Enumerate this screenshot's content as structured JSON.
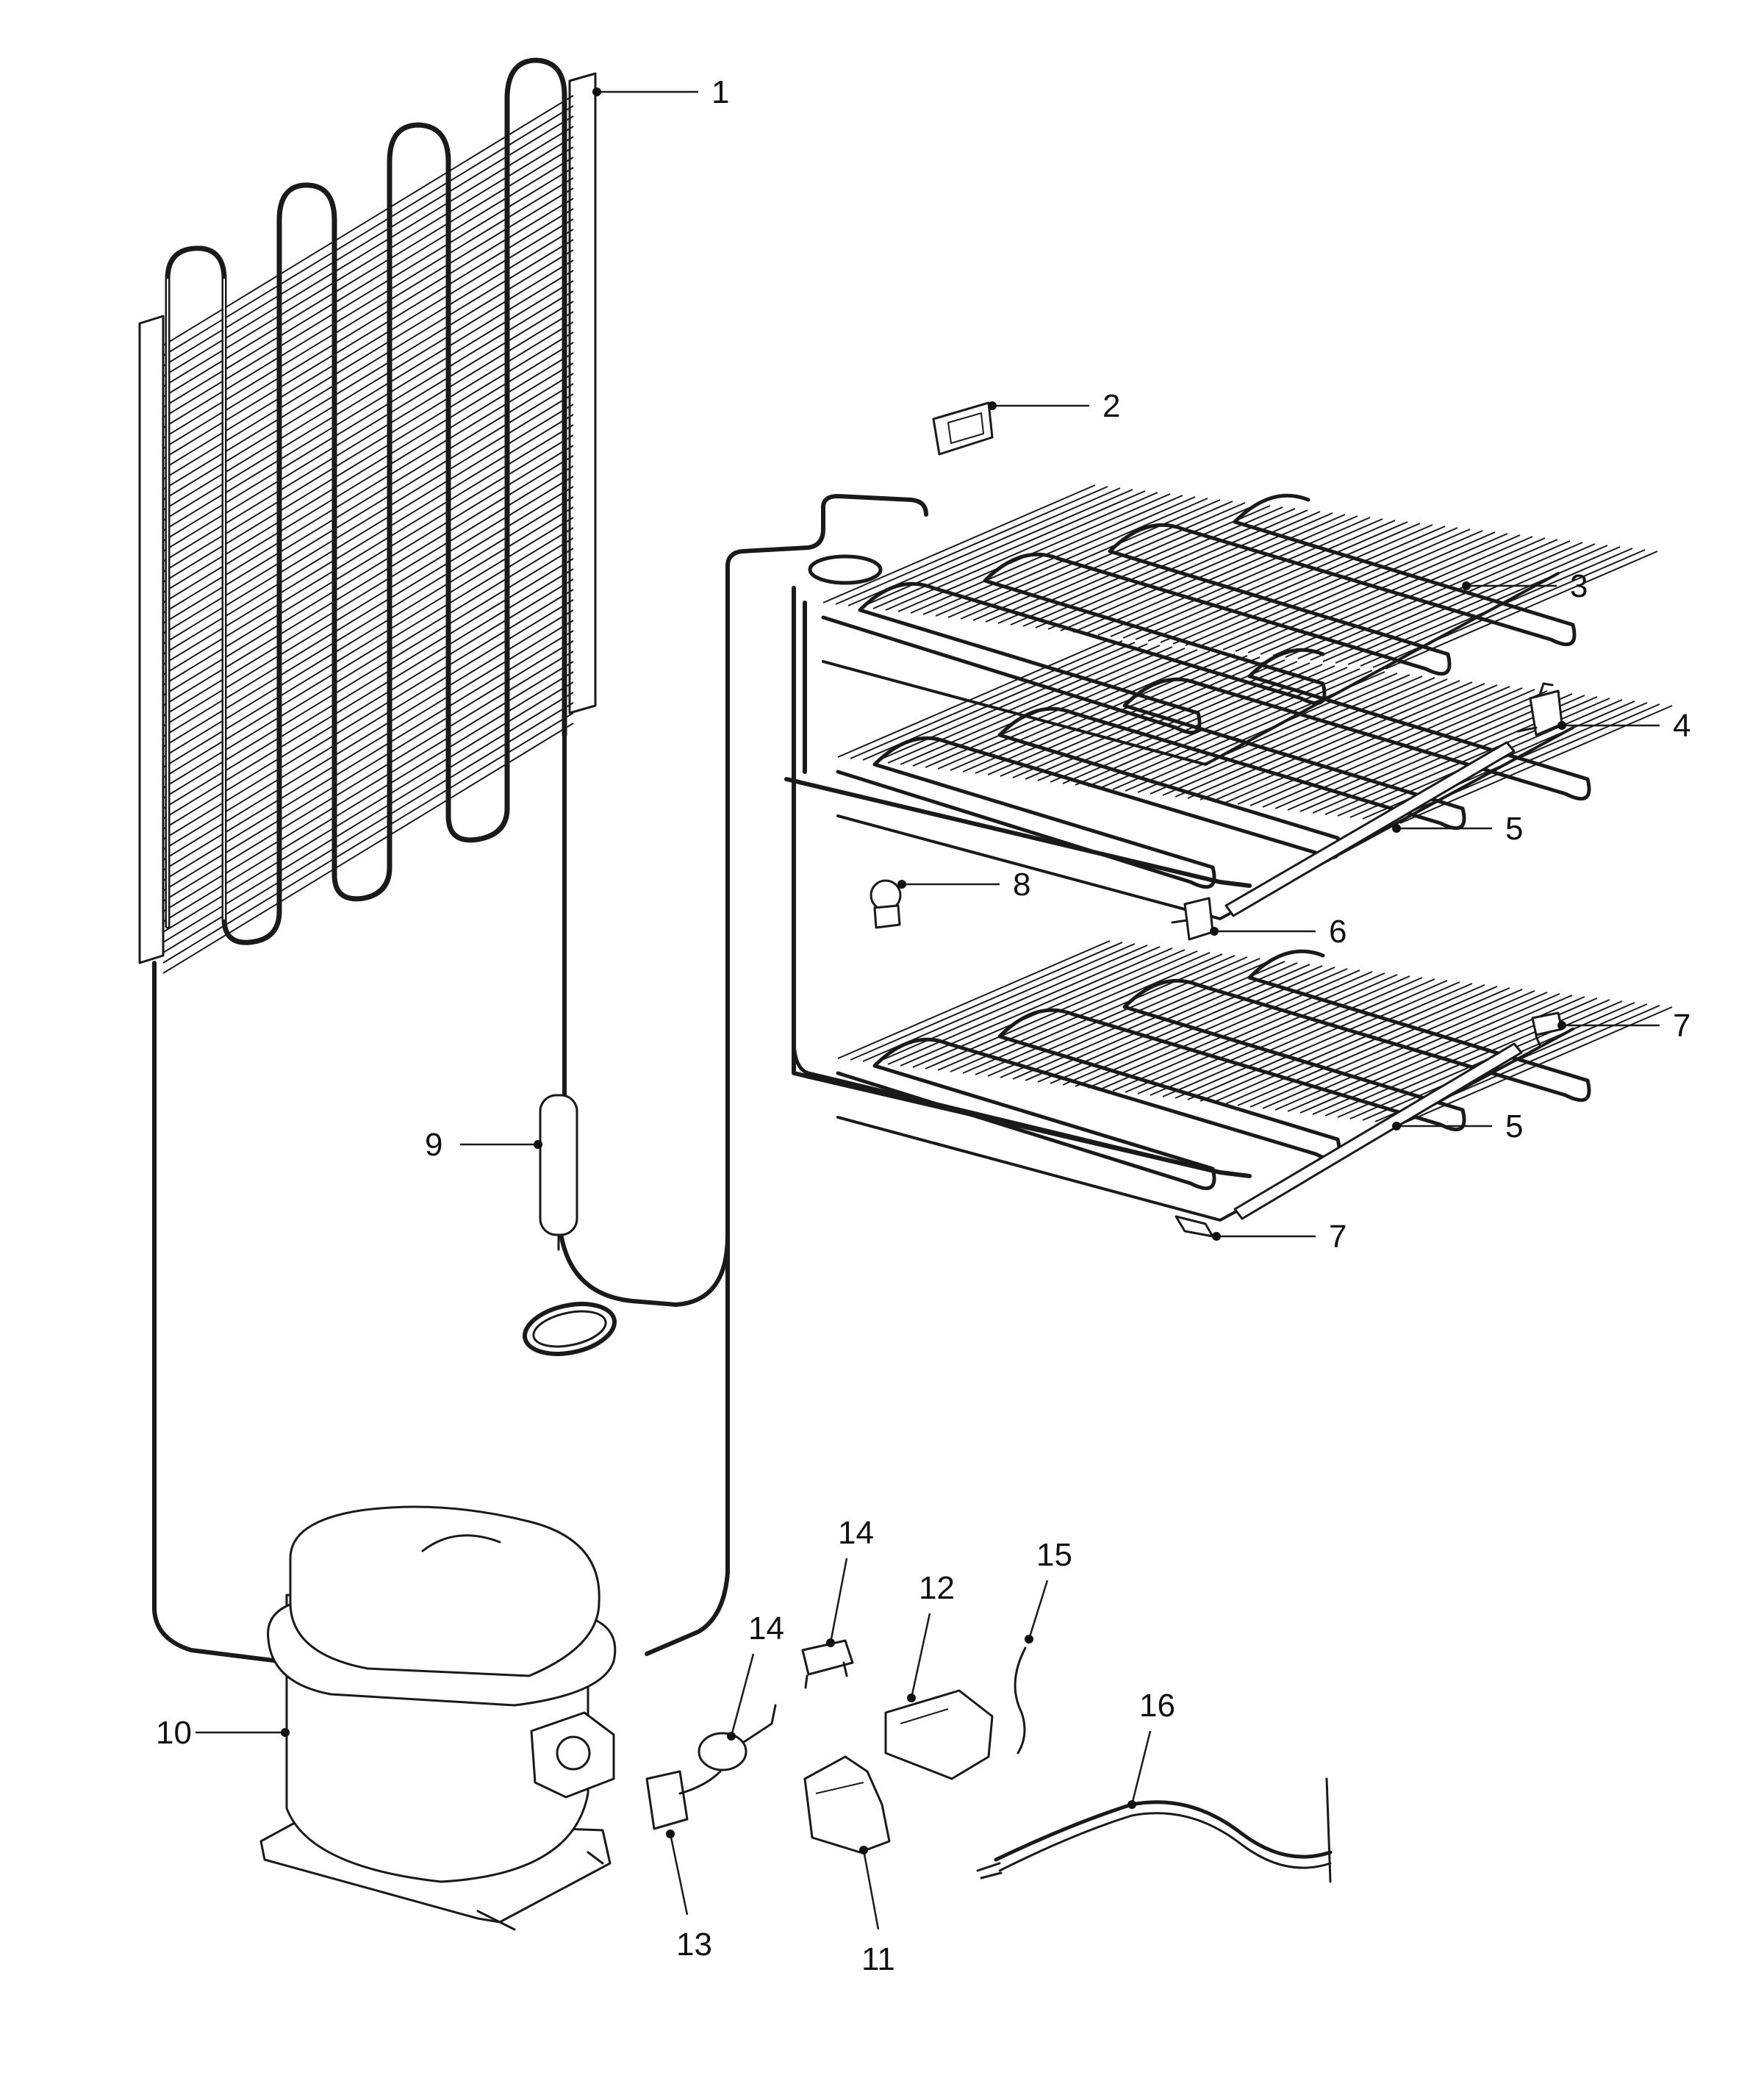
{
  "callouts": [
    {
      "key": "condenser",
      "label": "1"
    },
    {
      "key": "part-2",
      "label": "2"
    },
    {
      "key": "evaporator-upper",
      "label": "3"
    },
    {
      "key": "part-4",
      "label": "4"
    },
    {
      "key": "rail-upper",
      "label": "5"
    },
    {
      "key": "part-6",
      "label": "6"
    },
    {
      "key": "part-7-right",
      "label": "7"
    },
    {
      "key": "part-8",
      "label": "8"
    },
    {
      "key": "part-9",
      "label": "9"
    },
    {
      "key": "compressor",
      "label": "10"
    },
    {
      "key": "part-11",
      "label": "11"
    },
    {
      "key": "part-12",
      "label": "12"
    },
    {
      "key": "part-13",
      "label": "13"
    },
    {
      "key": "part-14-upper",
      "label": "14"
    },
    {
      "key": "part-14-lower",
      "label": "14"
    },
    {
      "key": "part-15",
      "label": "15"
    },
    {
      "key": "part-16",
      "label": "16"
    },
    {
      "key": "rail-lower",
      "label": "5"
    },
    {
      "key": "part-7-lower",
      "label": "7"
    }
  ]
}
